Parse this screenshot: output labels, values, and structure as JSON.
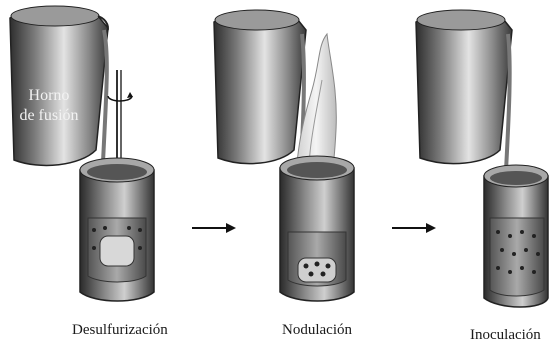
{
  "stages": [
    {
      "label": "Desulfurización"
    },
    {
      "label": "Nodulación"
    },
    {
      "label": "Inoculación"
    }
  ],
  "furnace": {
    "line1": "Horno",
    "line2": "de fusión"
  },
  "colors": {
    "background": "#ffffff",
    "steel_dark": "#3a3a3a",
    "steel_mid": "#8c8c8c",
    "steel_light": "#d9d9d9",
    "text": "#1a1a1a"
  }
}
